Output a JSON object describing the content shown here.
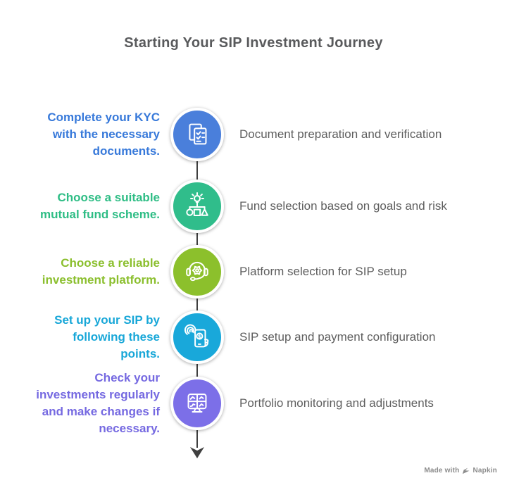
{
  "title": "Starting Your SIP Investment Journey",
  "colors": {
    "title_text": "#595a5c",
    "description_text": "#5e5e5e",
    "timeline": "#3f3f3f",
    "watermark_text": "#8c8c8c"
  },
  "steps": [
    {
      "label": "Complete your KYC\nwith the necessary\ndocuments.",
      "description": "Document preparation and verification",
      "color": "#3779da",
      "icon_bg": "#4a7fdb",
      "icon": "documents-checklist-icon"
    },
    {
      "label": "Choose a suitable\nmutual fund scheme.",
      "description": "Fund selection based on goals and risk",
      "color": "#2ebd85",
      "icon_bg": "#30bd8b",
      "icon": "idea-shape-selection-icon"
    },
    {
      "label": "Choose a reliable\ninvestment platform.",
      "description": "Platform selection for SIP setup",
      "color": "#8bbf2e",
      "icon_bg": "#8cc02c",
      "icon": "headset-gear-support-icon"
    },
    {
      "label": "Set up your SIP by\nfollowing these\npoints.",
      "description": "SIP setup and payment configuration",
      "color": "#18a7d8",
      "icon_bg": "#19a8da",
      "icon": "phone-payment-fingerprint-icon"
    },
    {
      "label": "Check your\ninvestments regularly\nand make changes if\nnecessary.",
      "description": "Portfolio monitoring and adjustments",
      "color": "#7569e1",
      "icon_bg": "#7c6fe8",
      "icon": "monitor-charts-icon"
    }
  ],
  "watermark": {
    "prefix": "Made with",
    "brand": "Napkin"
  }
}
